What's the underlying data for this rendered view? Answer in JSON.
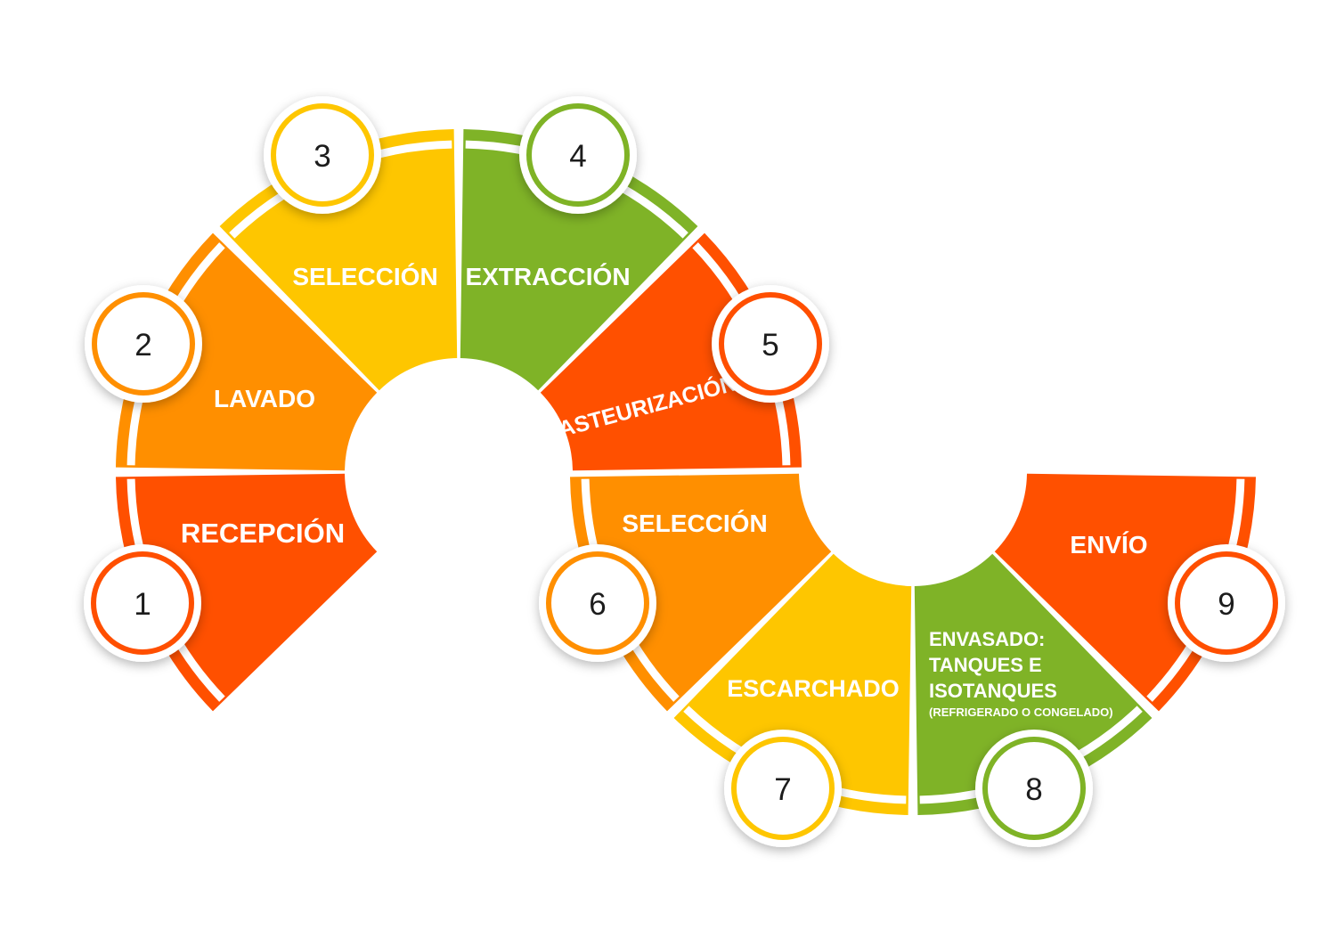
{
  "colors": {
    "red": "#FF5000",
    "orange": "#FF8F00",
    "yellow": "#FEC600",
    "green": "#7FB327",
    "circle_fill": "#ffffff",
    "number_text": "#1e1e1e",
    "label_text": "#ffffff"
  },
  "steps": [
    {
      "number": "1",
      "label": "RECEPCIÓN",
      "color": "red"
    },
    {
      "number": "2",
      "label": "LAVADO",
      "color": "orange"
    },
    {
      "number": "3",
      "label": "SELECCIÓN",
      "color": "yellow"
    },
    {
      "number": "4",
      "label": "EXTRACCIÓN",
      "color": "green"
    },
    {
      "number": "5",
      "label": "PASTEURIZACIÓN",
      "color": "red"
    },
    {
      "number": "6",
      "label": "SELECCIÓN",
      "color": "orange"
    },
    {
      "number": "7",
      "label": "ESCARCHADO",
      "color": "yellow"
    },
    {
      "number": "8",
      "label_lines": [
        "ENVASADO:",
        "TANQUES E",
        "ISOTANQUES"
      ],
      "sublabel": "(REFRIGERADO O CONGELADO)",
      "color": "green"
    },
    {
      "number": "9",
      "label": "ENVÍO",
      "color": "red"
    }
  ]
}
